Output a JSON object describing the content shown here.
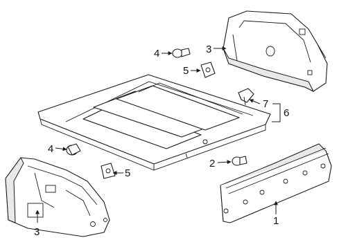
{
  "callouts": {
    "c1": "1",
    "c2": "2",
    "c3_top": "3",
    "c3_bottom": "3",
    "c4_top": "4",
    "c4_bottom": "4",
    "c5_top": "5",
    "c5_bottom": "5",
    "c6": "6",
    "c7": "7"
  },
  "colors": {
    "line": "#1a1a1a",
    "background": "#ffffff"
  }
}
